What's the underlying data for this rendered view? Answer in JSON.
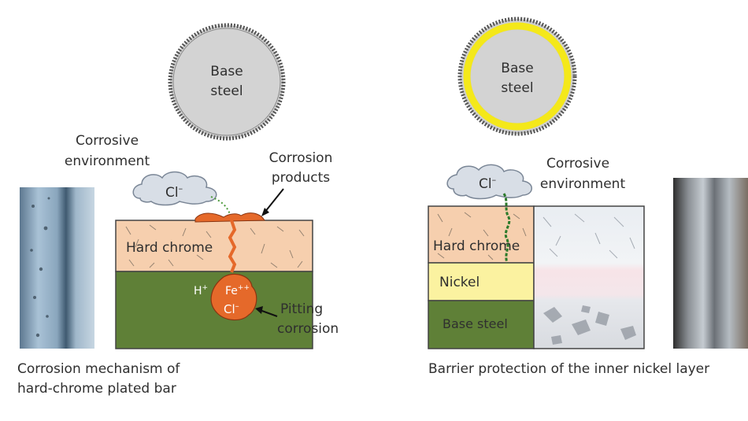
{
  "left_panel": {
    "circle_label_line1": "Base",
    "circle_label_line2": "steel",
    "environment_line1": "Corrosive",
    "environment_line2": "environment",
    "cloud_label": "Cl",
    "cloud_label_sup": "–",
    "products_line1": "Corrosion",
    "products_line2": "products",
    "layer_hard_chrome": "Hard chrome",
    "ion_h": "H",
    "ion_h_sup": "+",
    "ion_fe": "Fe",
    "ion_fe_sup": "++",
    "ion_cl": "Cl",
    "ion_cl_sup": "–",
    "pitting_line1": "Pitting",
    "pitting_line2": "corrosion",
    "caption_line1": "Corrosion mechanism of",
    "caption_line2": "hard-chrome plated bar"
  },
  "right_panel": {
    "circle_label_line1": "Base",
    "circle_label_line2": "steel",
    "cloud_label": "Cl",
    "cloud_label_sup": "–",
    "environment_line1": "Corrosive",
    "environment_line2": "environment",
    "layer_hard_chrome": "Hard chrome",
    "layer_nickel": "Nickel",
    "layer_base_steel": "Base steel",
    "caption": "Barrier protection of the inner nickel layer"
  },
  "colors": {
    "hard_chrome": "#f6cfae",
    "base_steel": "#5f8037",
    "nickel": "#fbf2a0",
    "corrosion": "#e5692a",
    "steel_circle": "#d3d3d3",
    "nickel_ring": "#f4e81a",
    "cloud": "#d8dee6"
  }
}
